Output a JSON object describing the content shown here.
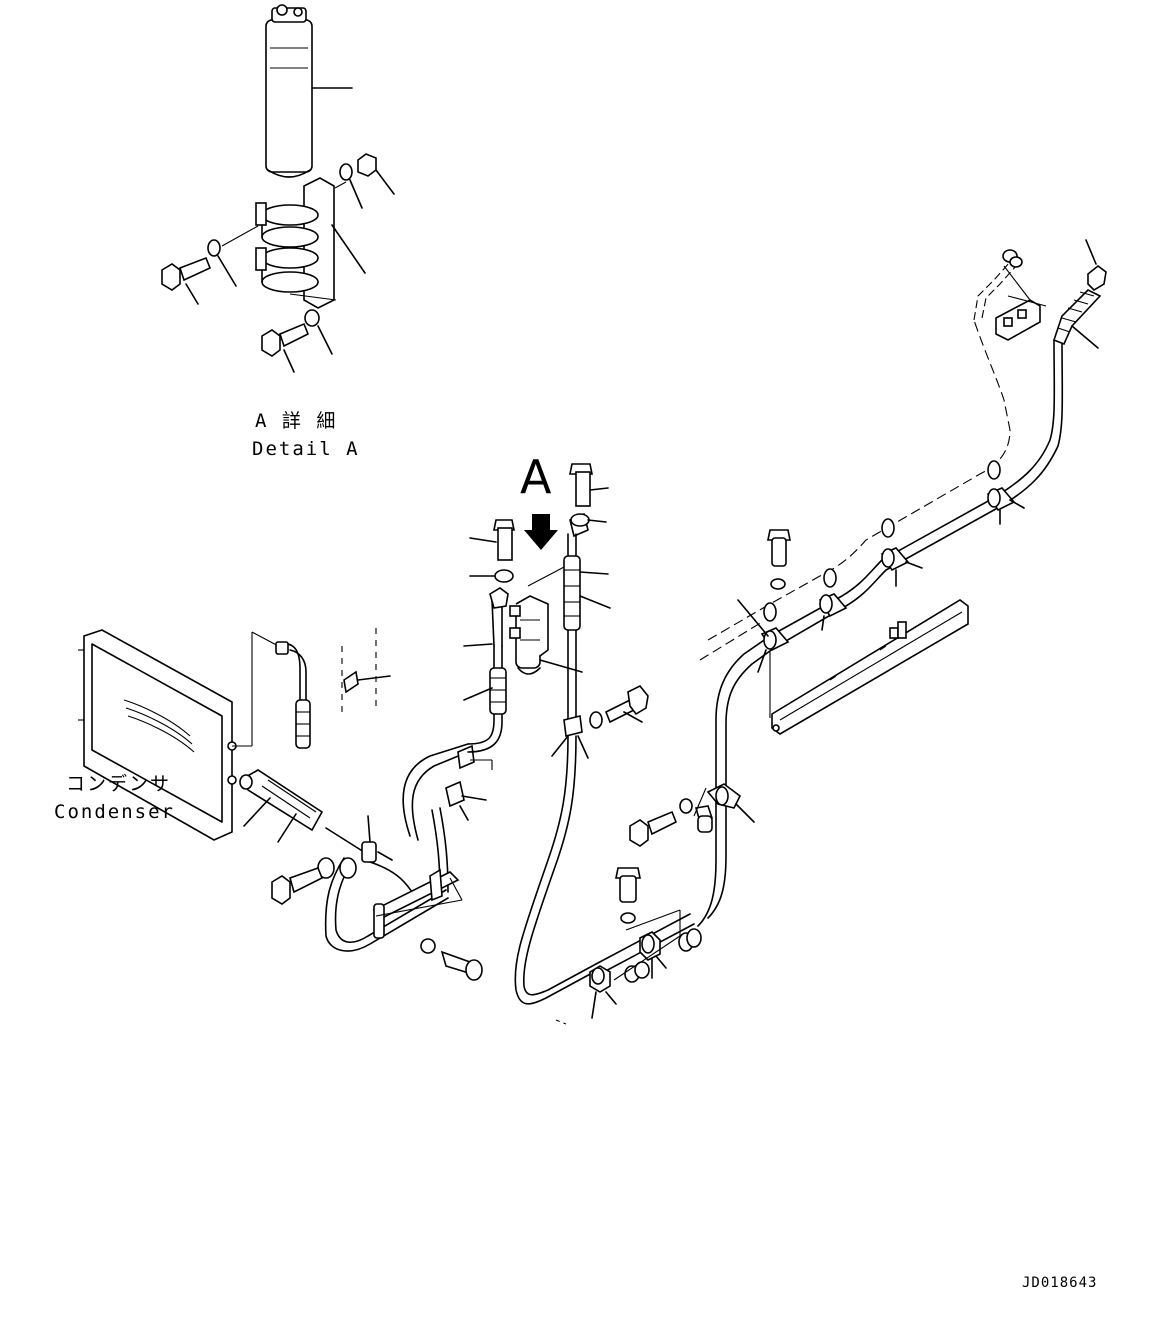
{
  "labels": {
    "detail_jp": "A 詳 細",
    "detail_en": "Detail A",
    "view_letter": "A",
    "condenser_jp": "コンデンサ",
    "condenser_en": "Condenser",
    "drawing_code": "JD018643"
  },
  "icons": {
    "view_arrow": "arrow-down-icon"
  }
}
